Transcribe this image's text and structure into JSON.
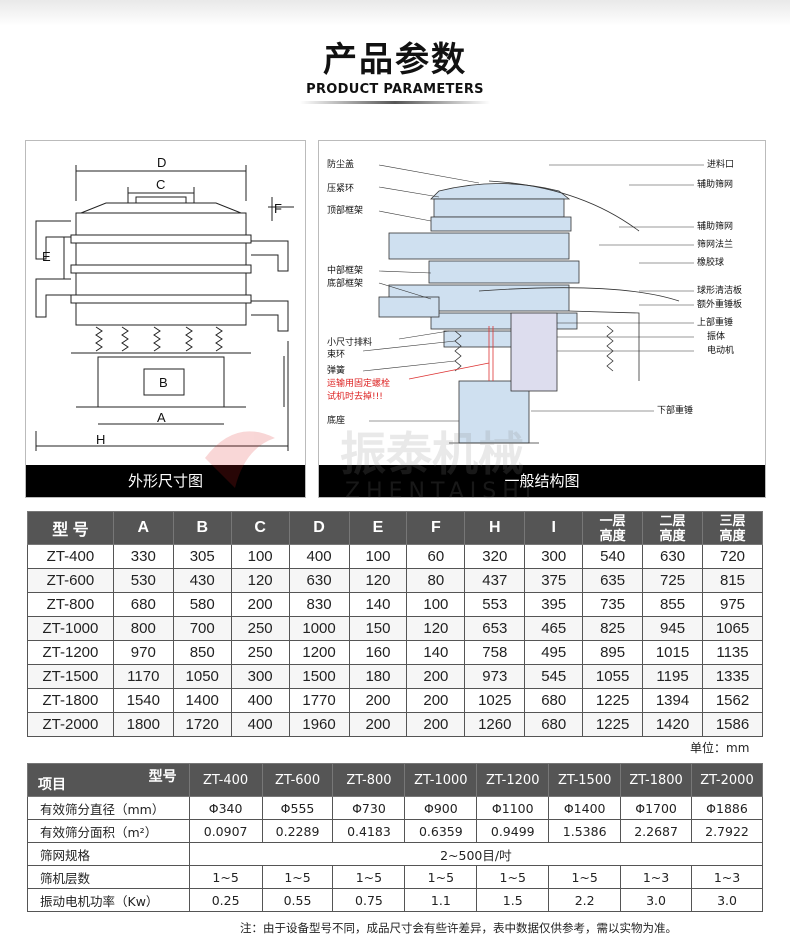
{
  "header": {
    "title_cn": "产品参数",
    "title_en": "PRODUCT PARAMETERS"
  },
  "left_figure": {
    "caption": "外形尺寸图",
    "dims": {
      "D": "D",
      "C": "C",
      "F": "F",
      "E": "E",
      "B": "B",
      "A": "A",
      "H": "H"
    }
  },
  "right_figure": {
    "caption": "一般结构图",
    "labels_left": [
      "防尘盖",
      "压紧环",
      "顶部框架",
      "中部框架",
      "底部框架",
      "小尺寸排料",
      "束环",
      "弹簧",
      "运输用固定螺栓",
      "试机时去掉!!!",
      "底座"
    ],
    "labels_right": [
      "进料口",
      "辅助筛网",
      "辅助筛网",
      "筛网法兰",
      "橡胶球",
      "球形清洁板",
      "额外重锤板",
      "上部重锤",
      "振体",
      "电动机",
      "下部重锤"
    ]
  },
  "watermark": {
    "cn": "振泰机械",
    "en": "ZHENTAISHI"
  },
  "dimension_table": {
    "headers": [
      "型 号",
      "A",
      "B",
      "C",
      "D",
      "E",
      "F",
      "H",
      "I",
      "一层\n高度",
      "二层\n高度",
      "三层\n高度"
    ],
    "rows": [
      [
        "ZT-400",
        "330",
        "305",
        "100",
        "400",
        "100",
        "60",
        "320",
        "300",
        "540",
        "630",
        "720"
      ],
      [
        "ZT-600",
        "530",
        "430",
        "120",
        "630",
        "120",
        "80",
        "437",
        "375",
        "635",
        "725",
        "815"
      ],
      [
        "ZT-800",
        "680",
        "580",
        "200",
        "830",
        "140",
        "100",
        "553",
        "395",
        "735",
        "855",
        "975"
      ],
      [
        "ZT-1000",
        "800",
        "700",
        "250",
        "1000",
        "150",
        "120",
        "653",
        "465",
        "825",
        "945",
        "1065"
      ],
      [
        "ZT-1200",
        "970",
        "850",
        "250",
        "1200",
        "160",
        "140",
        "758",
        "495",
        "895",
        "1015",
        "1135"
      ],
      [
        "ZT-1500",
        "1170",
        "1050",
        "300",
        "1500",
        "180",
        "200",
        "973",
        "545",
        "1055",
        "1195",
        "1335"
      ],
      [
        "ZT-1800",
        "1540",
        "1400",
        "400",
        "1770",
        "200",
        "200",
        "1025",
        "680",
        "1225",
        "1394",
        "1562"
      ],
      [
        "ZT-2000",
        "1800",
        "1720",
        "400",
        "1960",
        "200",
        "200",
        "1260",
        "680",
        "1225",
        "1420",
        "1586"
      ]
    ],
    "unit": "单位：mm"
  },
  "param_table": {
    "corner_model": "型号",
    "corner_item": "项目",
    "models": [
      "ZT-400",
      "ZT-600",
      "ZT-800",
      "ZT-1000",
      "ZT-1200",
      "ZT-1500",
      "ZT-1800",
      "ZT-2000"
    ],
    "rows": [
      {
        "label": "有效筛分直径（mm）",
        "values": [
          "Φ340",
          "Φ555",
          "Φ730",
          "Φ900",
          "Φ1100",
          "Φ1400",
          "Φ1700",
          "Φ1886"
        ]
      },
      {
        "label": "有效筛分面积（m²）",
        "values": [
          "0.0907",
          "0.2289",
          "0.4183",
          "0.6359",
          "0.9499",
          "1.5386",
          "2.2687",
          "2.7922"
        ]
      },
      {
        "label": "筛网规格",
        "span": "2~500目/吋"
      },
      {
        "label": "筛机层数",
        "values": [
          "1~5",
          "1~5",
          "1~5",
          "1~5",
          "1~5",
          "1~5",
          "1~3",
          "1~3"
        ]
      },
      {
        "label": "振动电机功率（Kw）",
        "values": [
          "0.25",
          "0.55",
          "0.75",
          "1.1",
          "1.5",
          "2.2",
          "3.0",
          "3.0"
        ]
      }
    ],
    "note": "注：由于设备型号不同，成品尺寸会有些许差异，表中数据仅供参考，需以实物为准。"
  }
}
